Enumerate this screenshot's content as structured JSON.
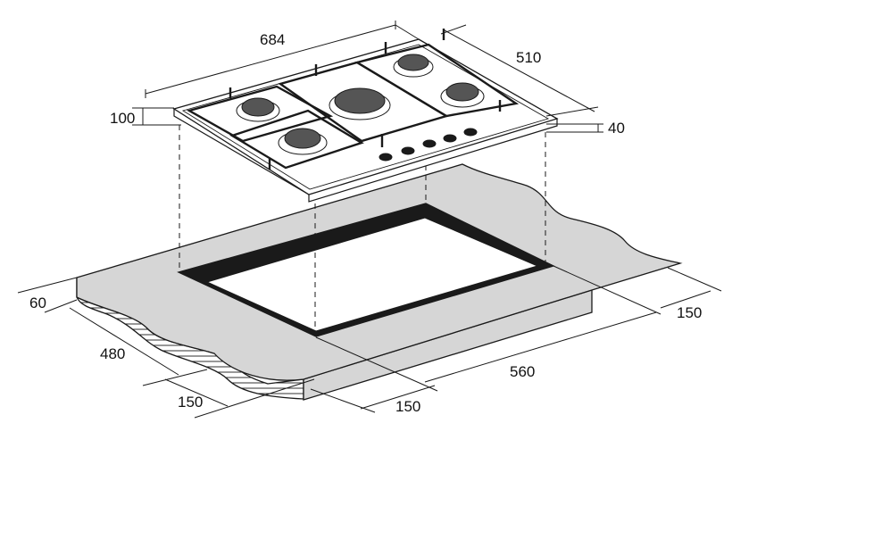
{
  "diagram": {
    "dimensions": {
      "hob_width": "684",
      "hob_depth": "510",
      "hob_height": "100",
      "hob_top_thickness": "40",
      "counter_thickness": "60",
      "cutout_depth": "480",
      "cutout_width": "560",
      "margin_right": "150",
      "margin_front": "150",
      "margin_left": "150"
    },
    "colors": {
      "line": "#1a1a1a",
      "counter_fill": "#d6d6d6",
      "cutout_rim": "#1a1a1a",
      "burner_cap": "#555555",
      "hob_fill": "#ffffff"
    }
  }
}
